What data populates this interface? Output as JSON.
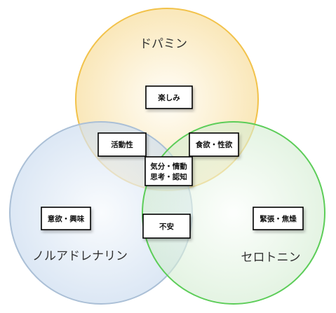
{
  "diagram": {
    "type": "venn-3",
    "sets": {
      "dopamine": {
        "label": "ドパミン",
        "fill": "#fcebc4",
        "stroke": "#f2c24a"
      },
      "noradrenaline": {
        "label": "ノルアドレナリン",
        "fill": "#dde8f5",
        "stroke": "#aabfd6"
      },
      "serotonin": {
        "label": "セロトニン",
        "fill": "#e1f2df",
        "stroke": "#5ccd58"
      }
    },
    "regions": {
      "dopamine_only": "楽しみ",
      "dopamine_noradrenaline": "活動性",
      "dopamine_serotonin": "食欲・性欲",
      "center_line1": "気分・情動",
      "center_line2": "思考・認知",
      "noradrenaline_only": "意欲・興味",
      "noradrenaline_serotonin": "不安",
      "serotonin_only": "緊張・焦燥"
    }
  }
}
